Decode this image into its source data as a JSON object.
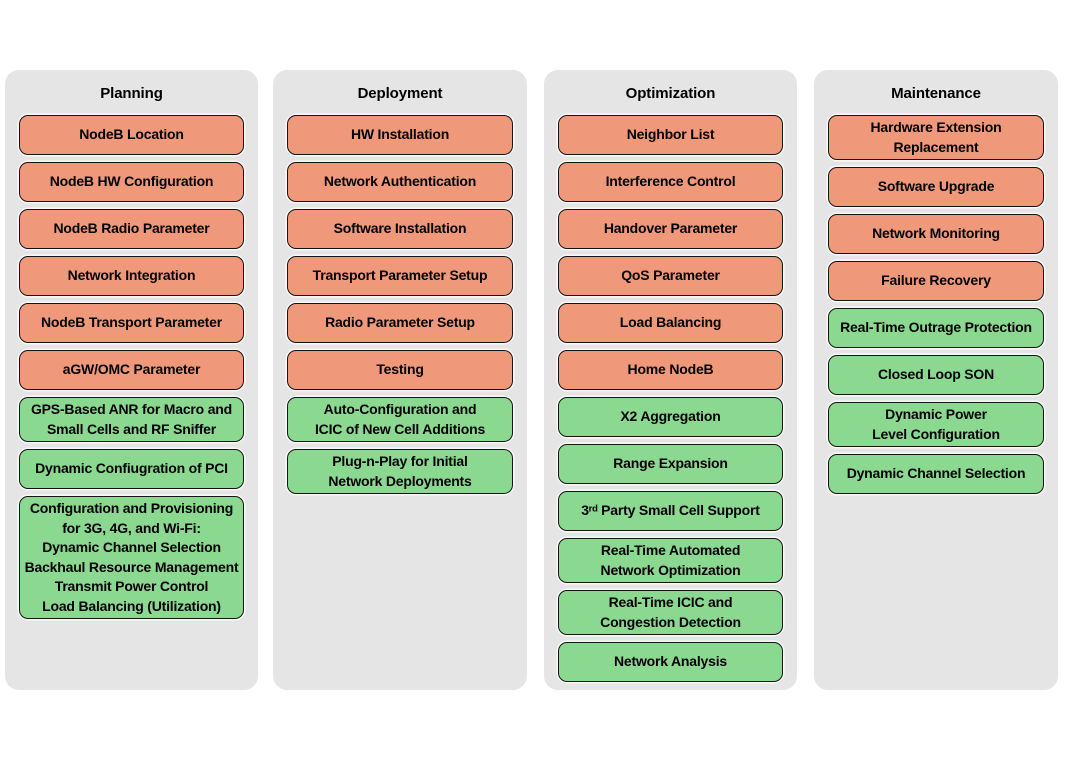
{
  "palette": {
    "page_background": "#ffffff",
    "panel_background": "#e6e5e5",
    "orange_box": "#f0997a",
    "green_box": "#8bd890",
    "box_border": "#141414",
    "text": "#000000"
  },
  "columns": [
    {
      "title": "Planning",
      "boxes": [
        {
          "label": "NodeB Location",
          "type": "orange"
        },
        {
          "label": "NodeB HW Configuration",
          "type": "orange"
        },
        {
          "label": "NodeB Radio Parameter",
          "type": "orange"
        },
        {
          "label": "Network Integration",
          "type": "orange"
        },
        {
          "label": "NodeB Transport Parameter",
          "type": "orange"
        },
        {
          "label": "aGW/OMC Parameter",
          "type": "orange"
        },
        {
          "label": "GPS-Based ANR for Macro and\nSmall Cells and RF Sniffer",
          "type": "green"
        },
        {
          "label": "Dynamic Confiugration of PCI",
          "type": "green"
        },
        {
          "label": "Configuration and Provisioning\nfor 3G, 4G, and Wi-Fi:\nDynamic Channel Selection\nBackhaul Resource Management\nTransmit Power Control\nLoad Balancing (Utilization)",
          "type": "green"
        }
      ]
    },
    {
      "title": "Deployment",
      "boxes": [
        {
          "label": "HW Installation",
          "type": "orange"
        },
        {
          "label": "Network Authentication",
          "type": "orange"
        },
        {
          "label": "Software Installation",
          "type": "orange"
        },
        {
          "label": "Transport Parameter Setup",
          "type": "orange"
        },
        {
          "label": "Radio Parameter Setup",
          "type": "orange"
        },
        {
          "label": "Testing",
          "type": "orange"
        },
        {
          "label": "Auto-Configuration and\nICIC of New Cell Additions",
          "type": "green"
        },
        {
          "label": "Plug-n-Play for Initial\nNetwork Deployments",
          "type": "green"
        }
      ]
    },
    {
      "title": "Optimization",
      "boxes": [
        {
          "label": "Neighbor List",
          "type": "orange"
        },
        {
          "label": "Interference Control",
          "type": "orange"
        },
        {
          "label": "Handover Parameter",
          "type": "orange"
        },
        {
          "label": "QoS Parameter",
          "type": "orange"
        },
        {
          "label": "Load Balancing",
          "type": "orange"
        },
        {
          "label": "Home NodeB",
          "type": "orange"
        },
        {
          "label": "X2 Aggregation",
          "type": "green"
        },
        {
          "label": "Range Expansion",
          "type": "green"
        },
        {
          "label": "3ʳᵈ Party Small Cell Support",
          "type": "green"
        },
        {
          "label": "Real-Time Automated\nNetwork Optimization",
          "type": "green"
        },
        {
          "label": "Real-Time ICIC and\nCongestion Detection",
          "type": "green"
        },
        {
          "label": "Network Analysis",
          "type": "green"
        }
      ]
    },
    {
      "title": "Maintenance",
      "boxes": [
        {
          "label": "Hardware Extension\nReplacement",
          "type": "orange"
        },
        {
          "label": "Software Upgrade",
          "type": "orange"
        },
        {
          "label": "Network Monitoring",
          "type": "orange"
        },
        {
          "label": "Failure Recovery",
          "type": "orange"
        },
        {
          "label": "Real-Time Outrage Protection",
          "type": "green"
        },
        {
          "label": "Closed Loop SON",
          "type": "green"
        },
        {
          "label": "Dynamic Power\nLevel Configuration",
          "type": "green"
        },
        {
          "label": "Dynamic Channel Selection",
          "type": "green"
        }
      ]
    }
  ]
}
